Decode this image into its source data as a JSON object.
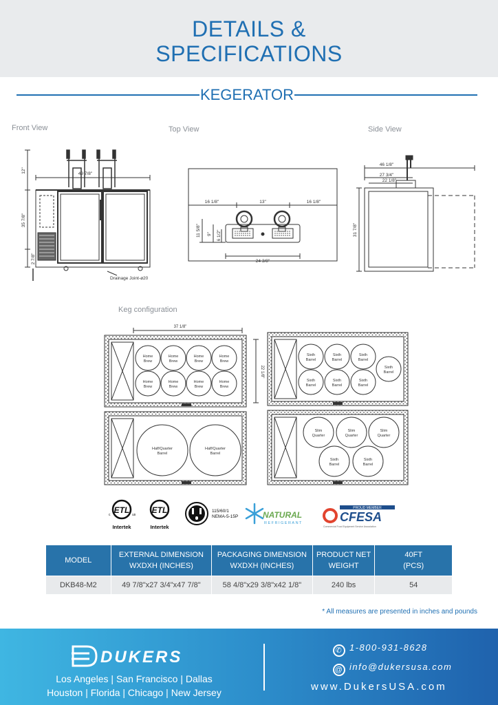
{
  "header": {
    "line1": "DETAILS &",
    "line2": "SPECIFICATIONS"
  },
  "section_title": "KEGERATOR",
  "views": {
    "front": {
      "label": "Front View",
      "dims": {
        "width": "49 7/8\"",
        "tap_height": "12\"",
        "height": "35 7/8\"",
        "base": "2 7/8\""
      },
      "drain_note": "Drainage Joint-ø20"
    },
    "top": {
      "label": "Top View",
      "dims": {
        "left": "16 1/8\"",
        "center": "13\"",
        "right": "16 1/8\"",
        "depth1": "11 5/8\"",
        "depth2": "9\"",
        "depth3": "6 1/2\"",
        "bottom": "24 3/8\""
      }
    },
    "side": {
      "label": "Side View",
      "dims": {
        "d1": "46 1/8\"",
        "d2": "27 3/4\"",
        "d3": "22 1/8\"",
        "height": "31 7/8\""
      }
    }
  },
  "keg": {
    "label": "Keg configuration",
    "width": "37 1/8\"",
    "depth": "22 1/8\"",
    "home_brew": "Home Brew",
    "sixth_barrel": "Sixth Barrel",
    "half_quarter": "Half/Quarter Barrel",
    "slim_quarter": "Slim Quarter"
  },
  "certs": {
    "intertek1": "Intertek",
    "intertek2": "Intertek",
    "plug_spec1": "115/60/1",
    "plug_spec2": "NEMA-5-15P",
    "natural": "NATURAL",
    "refrigerant": "REFRIGERANT",
    "proud_member": "PROUD MEMBER",
    "cfesa": "CFESA",
    "cfesa_sub": "Commercial Food Equipment Service Association"
  },
  "table": {
    "headers": [
      {
        "l1": "MODEL",
        "l2": ""
      },
      {
        "l1": "EXTERNAL DIMENSION",
        "l2": "WXDXH (INCHES)"
      },
      {
        "l1": "PACKAGING DIMENSION",
        "l2": "WXDXH (INCHES)"
      },
      {
        "l1": "PRODUCT NET",
        "l2": "WEIGHT"
      },
      {
        "l1": "40FT",
        "l2": "(PCS)"
      }
    ],
    "row": [
      "DKB48-M2",
      "49 7/8\"x27 3/4\"x47 7/8\"",
      "58 4/8\"x29 3/8\"x42 1/8\"",
      "240 lbs",
      "54"
    ]
  },
  "footnote": "* All measures are presented in inches and pounds",
  "footer": {
    "brand": "DUKERS",
    "cities1": "Los Angeles | San Francisco | Dallas",
    "cities2": "Houston | Florida | Chicago | New Jersey",
    "phone": "1-800-931-8628",
    "email": "info@dukersusa.com",
    "website": "www.DukersUSA.com"
  },
  "colors": {
    "accent": "#1f6fb2",
    "table_header": "#2873aa",
    "row_bg": "#e8eaec"
  }
}
